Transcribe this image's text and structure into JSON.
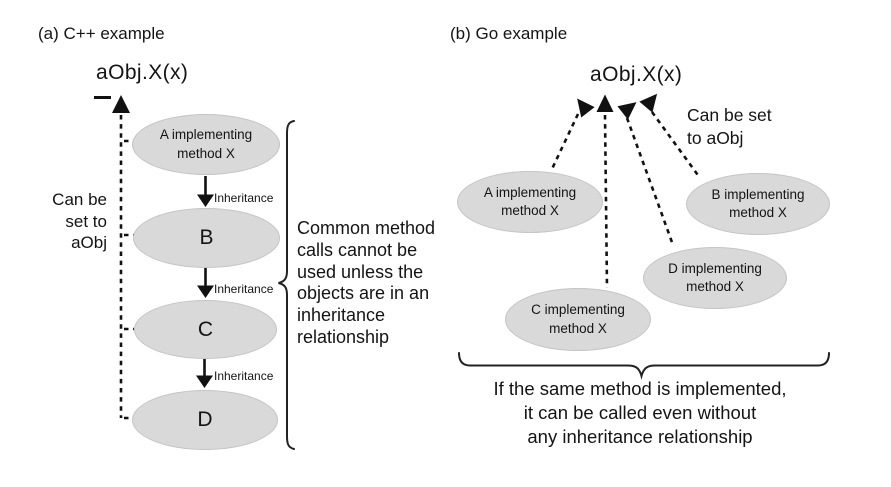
{
  "panel_a": {
    "title": "(a) C++ example",
    "call_expression": "aObj.X(x)",
    "side_note": "Can be\nset to\naObj",
    "inheritance_label": "Inheritance",
    "nodes": {
      "a": "A implementing\nmethod X",
      "b": "B",
      "c": "C",
      "d": "D"
    },
    "brace_note": "Common method\ncalls cannot be\nused unless the\nobjects are in an\ninheritance\nrelationship"
  },
  "panel_b": {
    "title": "(b) Go example",
    "call_expression": "aObj.X(x)",
    "side_note": "Can be set\nto aObj",
    "nodes": {
      "a": "A implementing\nmethod X",
      "b": "B implementing\nmethod X",
      "c": "C implementing\nmethod X",
      "d": "D implementing\nmethod X"
    },
    "brace_note": "If the same method is implemented,\nit can be called even without\nany inheritance relationship"
  },
  "colors": {
    "node_fill": "#d9d9d9",
    "ink": "#141414"
  }
}
